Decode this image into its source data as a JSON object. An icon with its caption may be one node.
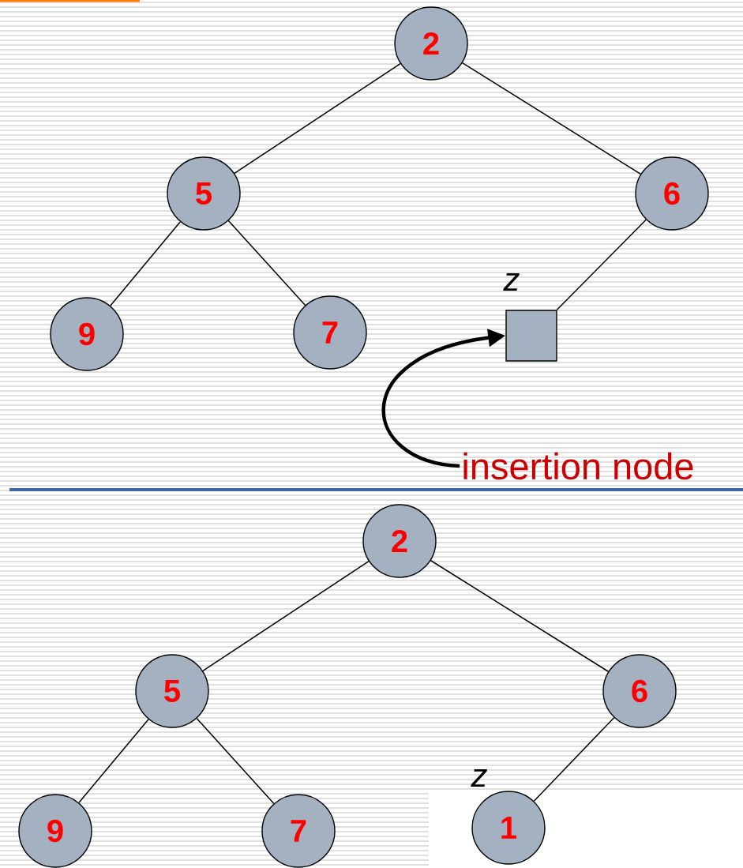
{
  "diagram": {
    "nodes": [
      {
        "text": [
          "2"
        ]
      },
      {
        "text": [
          "5"
        ]
      },
      {
        "text": [
          "6"
        ]
      },
      {
        "text": [
          "9"
        ]
      },
      {
        "text": [
          "7"
        ]
      },
      {
        "text": [],
        "shape": "box",
        "beside": [
          "z"
        ]
      },
      {
        "text": [
          "insertion node"
        ]
      },
      {
        "text": [
          "2"
        ]
      },
      {
        "text": [
          "5"
        ]
      },
      {
        "text": [
          "6"
        ]
      },
      {
        "text": [
          "9"
        ]
      },
      {
        "text": [
          "7"
        ]
      },
      {
        "text": [
          "1"
        ],
        "beside": [
          "z"
        ]
      }
    ],
    "edges": [
      {
        "from": 0,
        "to": 1,
        "arrow": "none"
      },
      {
        "from": 0,
        "to": 2,
        "arrow": "none"
      },
      {
        "from": 1,
        "to": 3,
        "arrow": "none"
      },
      {
        "from": 1,
        "to": 4,
        "arrow": "none"
      },
      {
        "from": 2,
        "to": 5,
        "arrow": "none"
      },
      {
        "from": 6,
        "to": 5,
        "arrow": "to",
        "style": "thick"
      },
      {
        "from": 7,
        "to": 8,
        "arrow": "none"
      },
      {
        "from": 7,
        "to": 9,
        "arrow": "none"
      },
      {
        "from": 8,
        "to": 10,
        "arrow": "none"
      },
      {
        "from": 8,
        "to": 11,
        "arrow": "none"
      },
      {
        "from": 9,
        "to": 12,
        "arrow": "none"
      }
    ]
  }
}
